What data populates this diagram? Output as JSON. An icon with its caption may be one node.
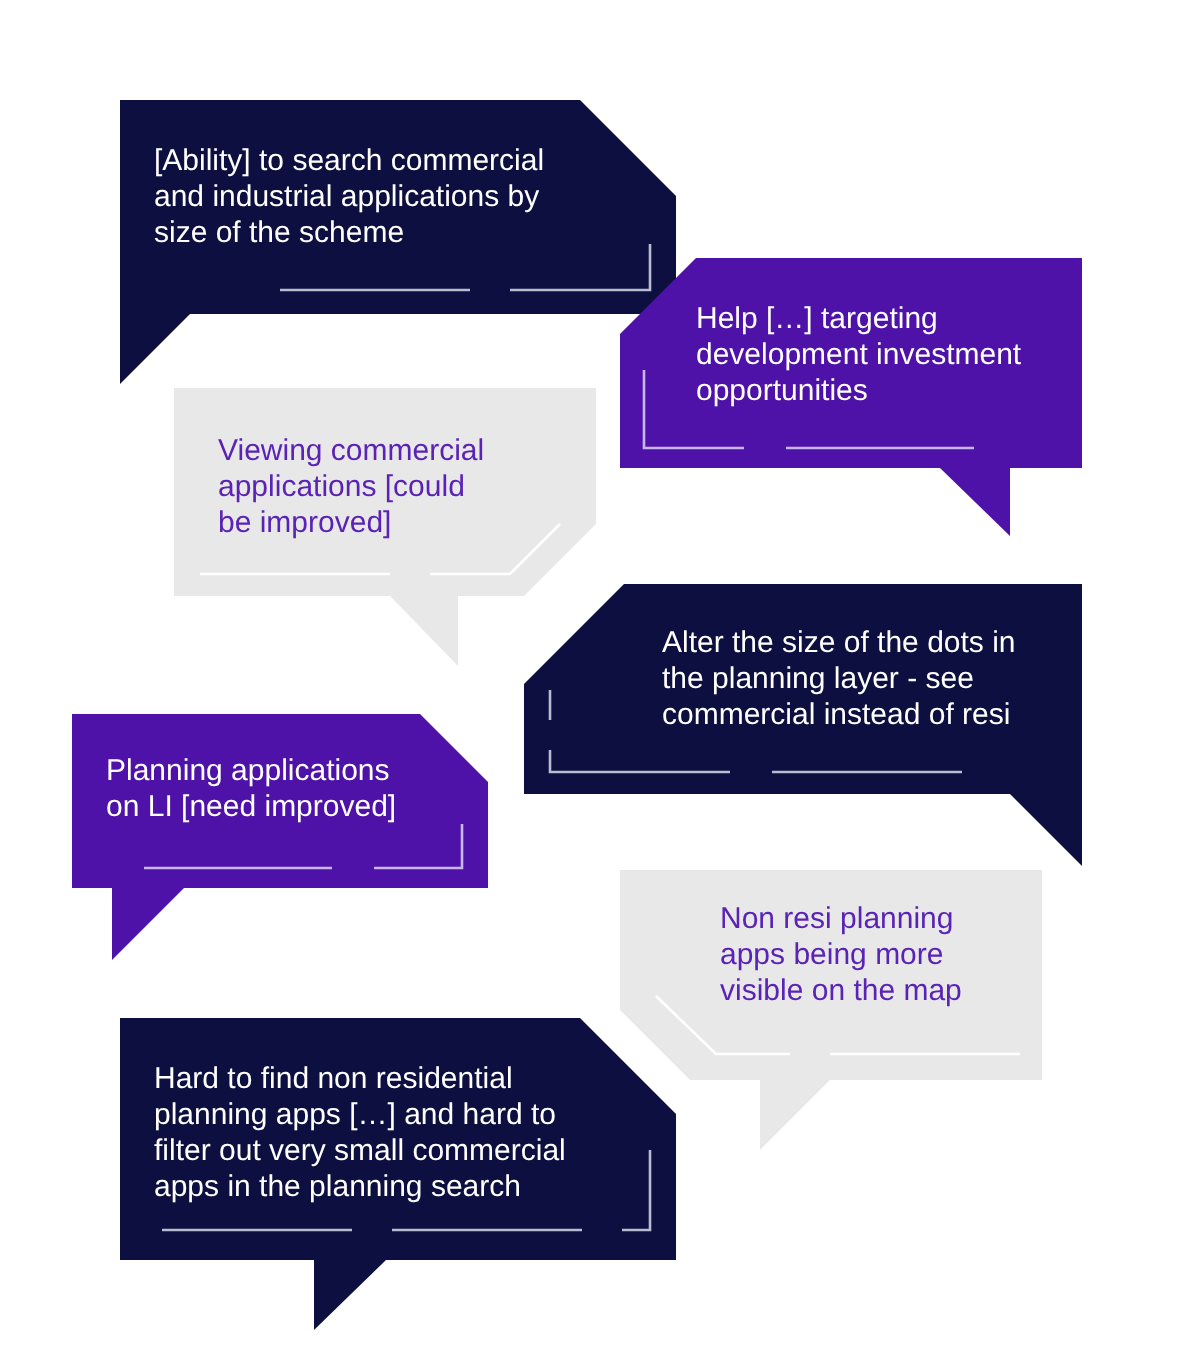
{
  "diagram": {
    "nodes": [
      {
        "text": [
          "[Ability] to search commercial and industrial applications by size of the scheme"
        ]
      },
      {
        "text": [
          "Help […] targeting development investment opportunities"
        ]
      },
      {
        "text": [
          "Viewing commercial applications [could be improved]"
        ]
      },
      {
        "text": [
          "Alter the size of the dots in the planning layer - see commercial instead of resi"
        ]
      },
      {
        "text": [
          "Planning applications on LI [need improved]"
        ]
      },
      {
        "text": [
          "Non resi planning apps being more visible on the map"
        ]
      },
      {
        "text": [
          "Hard to find non residential planning apps […] and hard to filter out very small commercial apps in the planning search"
        ]
      }
    ]
  }
}
